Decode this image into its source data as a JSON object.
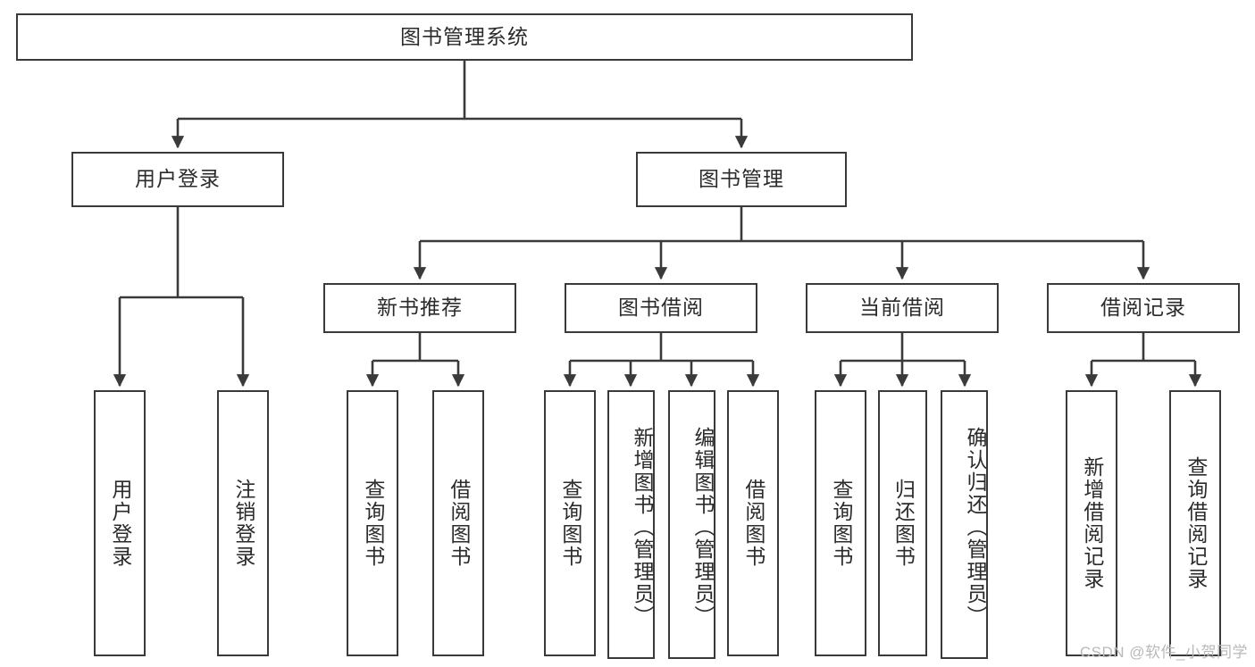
{
  "diagram": {
    "title": "图书管理系统",
    "type": "tree",
    "watermark": "CSDN @软件_小贺同学",
    "colors": {
      "box_border": "#3a3a3a",
      "box_fill": "#ffffff",
      "edge": "#3a3a3a",
      "text": "#2b2b2b",
      "watermark": "#b9b9b9",
      "background": "#ffffff"
    },
    "levels": {
      "root": {
        "label": "图书管理系统"
      },
      "level2": [
        {
          "label": "用户登录"
        },
        {
          "label": "图书管理"
        }
      ],
      "level3": [
        {
          "label": "新书推荐"
        },
        {
          "label": "图书借阅"
        },
        {
          "label": "当前借阅"
        },
        {
          "label": "借阅记录"
        }
      ],
      "leaves": {
        "user_login": [
          {
            "label": "用户登录"
          },
          {
            "label": "注销登录"
          }
        ],
        "new_book_recommend": [
          {
            "label": "查询图书"
          },
          {
            "label": "借阅图书"
          }
        ],
        "book_borrow": [
          {
            "label": "查询图书"
          },
          {
            "label": "新增图书（管理员）"
          },
          {
            "label": "编辑图书（管理员）"
          },
          {
            "label": "借阅图书"
          }
        ],
        "current_borrow": [
          {
            "label": "查询图书"
          },
          {
            "label": "归还图书"
          },
          {
            "label": "确认归还（管理员）"
          }
        ],
        "borrow_records": [
          {
            "label": "新增借阅记录"
          },
          {
            "label": "查询借阅记录"
          }
        ]
      }
    }
  }
}
